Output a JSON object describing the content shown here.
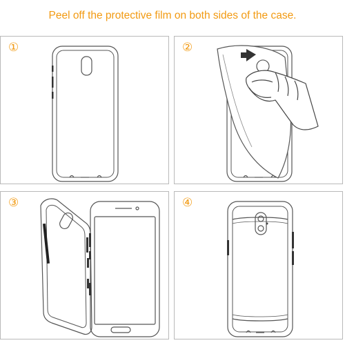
{
  "title": "Peel off the protective film on both sides of the case.",
  "steps": [
    {
      "number": "①",
      "illustration": "case-back-icon"
    },
    {
      "number": "②",
      "illustration": "peeling-film-hand-icon"
    },
    {
      "number": "③",
      "illustration": "case-open-with-phone-icon"
    },
    {
      "number": "④",
      "illustration": "assembled-case-icon"
    }
  ],
  "colors": {
    "accent": "#f29a12",
    "line": "#555555",
    "border": "#b9b9b9"
  }
}
